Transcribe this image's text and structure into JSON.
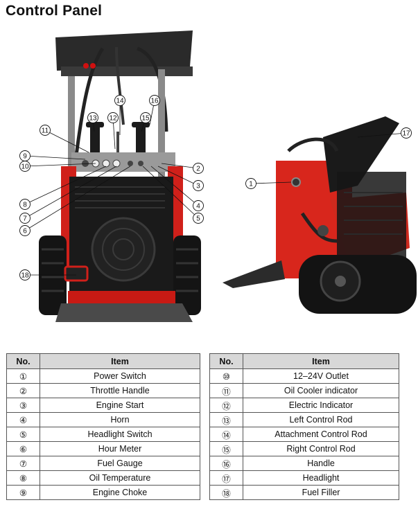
{
  "page": {
    "title": "Control Panel"
  },
  "callouts_main": [
    "13",
    "14",
    "12",
    "15",
    "16",
    "11",
    "9",
    "10",
    "2",
    "3",
    "8",
    "4",
    "7",
    "5",
    "6",
    "18"
  ],
  "callouts_side": [
    "17",
    "1"
  ],
  "table_left": {
    "headers": [
      "No.",
      "Item"
    ],
    "rows": [
      {
        "no": "①",
        "item": "Power Switch"
      },
      {
        "no": "②",
        "item": "Throttle Handle"
      },
      {
        "no": "③",
        "item": "Engine Start"
      },
      {
        "no": "④",
        "item": "Horn"
      },
      {
        "no": "⑤",
        "item": "Headlight Switch"
      },
      {
        "no": "⑥",
        "item": "Hour Meter"
      },
      {
        "no": "⑦",
        "item": "Fuel Gauge"
      },
      {
        "no": "⑧",
        "item": "Oil Temperature"
      },
      {
        "no": "⑨",
        "item": "Engine Choke"
      }
    ]
  },
  "table_right": {
    "headers": [
      "No.",
      "Item"
    ],
    "rows": [
      {
        "no": "⑩",
        "item": "12–24V Outlet"
      },
      {
        "no": "⑪",
        "item": "Oil Cooler indicator"
      },
      {
        "no": "⑫",
        "item": "Electric Indicator"
      },
      {
        "no": "⑬",
        "item": "Left Control Rod"
      },
      {
        "no": "⑭",
        "item": "Attachment Control Rod"
      },
      {
        "no": "⑮",
        "item": "Right Control Rod"
      },
      {
        "no": "⑯",
        "item": "Handle"
      },
      {
        "no": "⑰",
        "item": "Headlight"
      },
      {
        "no": "⑱",
        "item": "Fuel Filler"
      }
    ]
  }
}
